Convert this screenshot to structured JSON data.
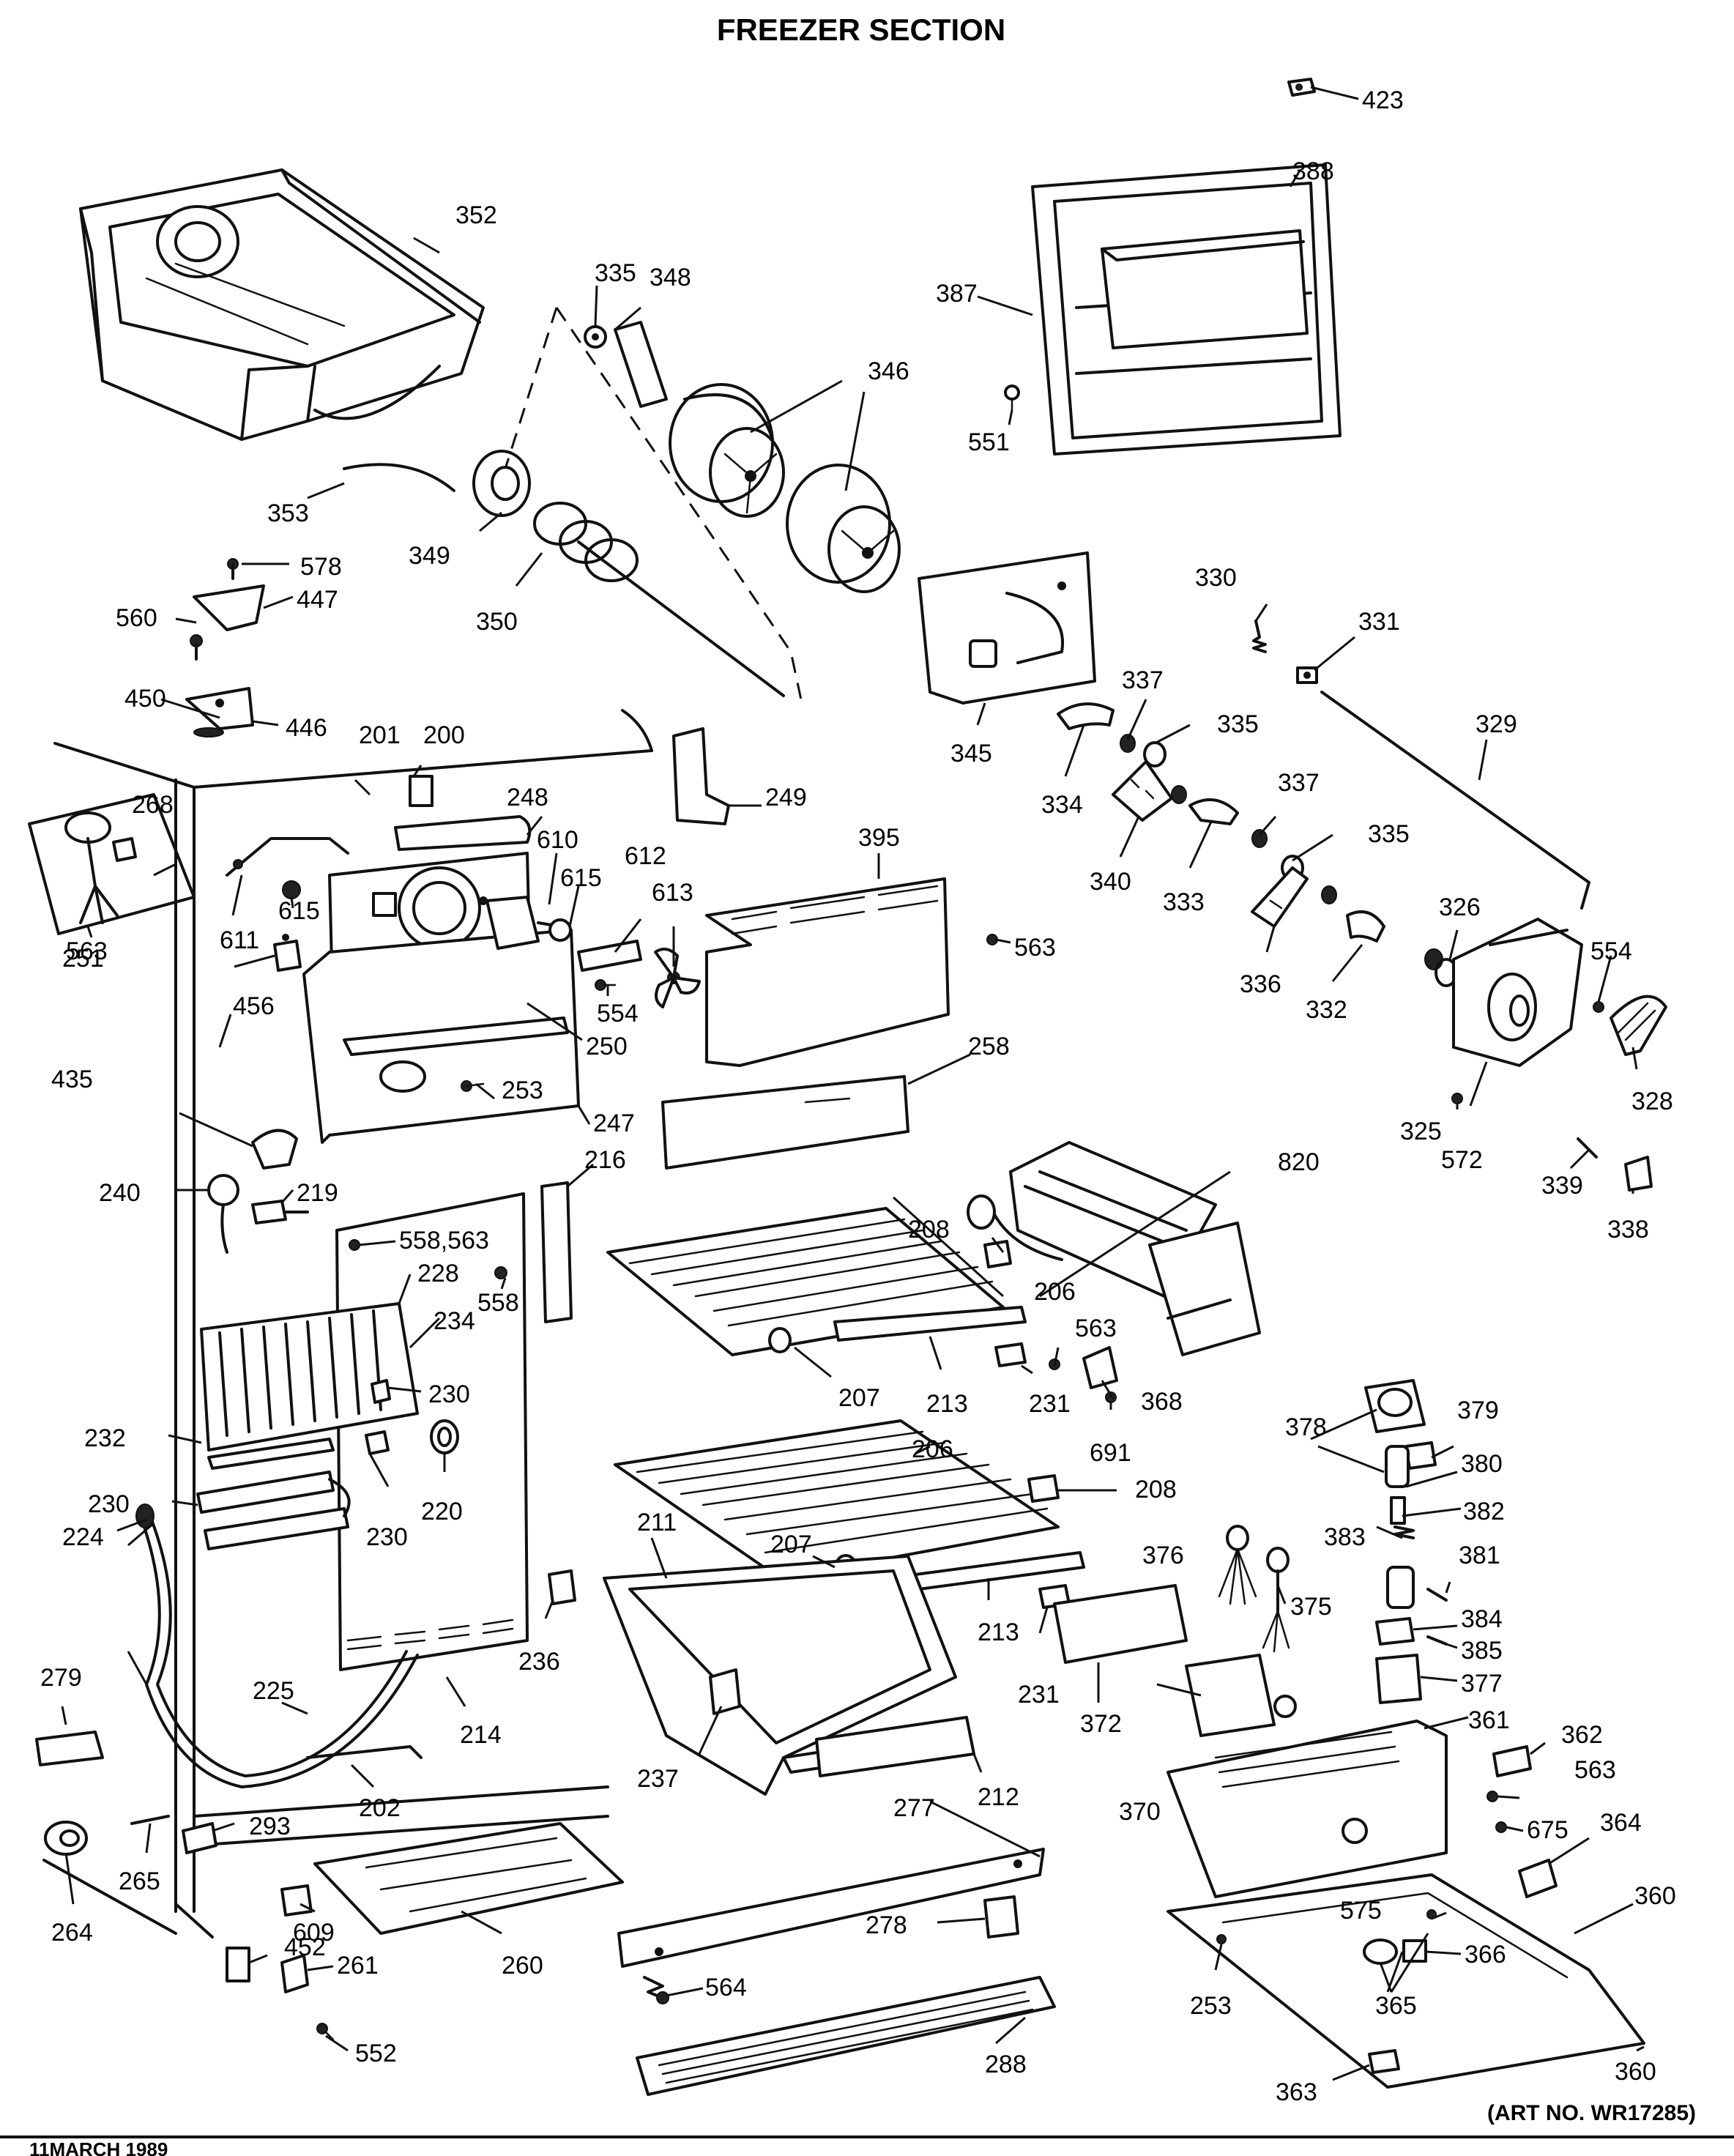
{
  "title": "FREEZER SECTION",
  "art_number": "(ART NO. WR17285)",
  "footer_left": "11MARCH 1989",
  "callouts": {
    "p423": "423",
    "p388": "388",
    "p387": "387",
    "p551": "551",
    "p352": "352",
    "p335a": "335",
    "p348": "348",
    "p346": "346",
    "p353": "353",
    "p349": "349",
    "p350": "350",
    "p578": "578",
    "p447": "447",
    "p560": "560",
    "p450": "450",
    "p446": "446",
    "p330": "330",
    "p331": "331",
    "p329": "329",
    "p345": "345",
    "p337a": "337",
    "p335b": "335",
    "p334": "334",
    "p340": "340",
    "p337b": "337",
    "p333": "333",
    "p335c": "335",
    "p336": "336",
    "p332": "332",
    "p326": "326",
    "p554a": "554",
    "p325": "325",
    "p572": "572",
    "p328": "328",
    "p339": "339",
    "p338": "338",
    "p201": "201",
    "p200": "200",
    "p268": "268",
    "p563a": "563",
    "p248": "248",
    "p610": "610",
    "p615a": "615",
    "p615b": "615",
    "p611": "611",
    "p612": "612",
    "p613": "613",
    "p251": "251",
    "p554b": "554",
    "p456": "456",
    "p250": "250",
    "p435": "435",
    "p253a": "253",
    "p247": "247",
    "p249": "249",
    "p395": "395",
    "p563b": "563",
    "p258": "258",
    "p216": "216",
    "p240": "240",
    "p219": "219",
    "p558_563": "558,563",
    "p228": "228",
    "p558": "558",
    "p234": "234",
    "p230a": "230",
    "p232": "232",
    "p220": "220",
    "p230b": "230",
    "p230c": "230",
    "p224": "224",
    "p236": "236",
    "p279": "279",
    "p225": "225",
    "p214": "214",
    "p202": "202",
    "p820": "820",
    "p208a": "208",
    "p206a": "206",
    "p563c": "563",
    "p207a": "207",
    "p213a": "213",
    "p231a": "231",
    "p368": "368",
    "p691": "691",
    "p206b": "206",
    "p208b": "208",
    "p211": "211",
    "p207b": "207",
    "p213b": "213",
    "p231b": "231",
    "p237": "237",
    "p212": "212",
    "p378": "378",
    "p379": "379",
    "p380": "380",
    "p382": "382",
    "p376": "376",
    "p383": "383",
    "p381": "381",
    "p375": "375",
    "p384": "384",
    "p385": "385",
    "p377": "377",
    "p372": "372",
    "p370": "370",
    "p361": "361",
    "p362": "362",
    "p563d": "563",
    "p675": "675",
    "p364": "364",
    "p360a": "360",
    "p575": "575",
    "p366": "366",
    "p253b": "253",
    "p365": "365",
    "p363": "363",
    "p360b": "360",
    "p293": "293",
    "p265": "265",
    "p264": "264",
    "p609": "609",
    "p452": "452",
    "p261": "261",
    "p260": "260",
    "p552": "552",
    "p277": "277",
    "p278": "278",
    "p564": "564",
    "p288": "288"
  }
}
